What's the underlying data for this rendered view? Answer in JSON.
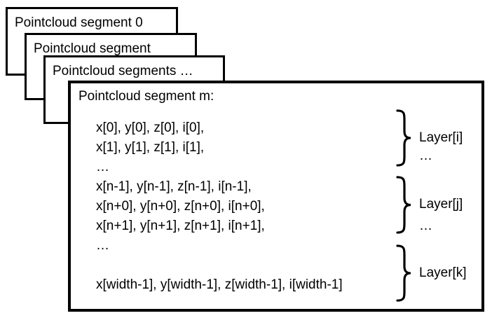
{
  "colors": {
    "background": "#ffffff",
    "box_fill": "#ffffff",
    "box_border": "#000000",
    "text": "#000000"
  },
  "stacked_boxes": [
    {
      "title": "Pointcloud segment 0"
    },
    {
      "title": "Pointcloud segment"
    },
    {
      "title": "Pointcloud segments …"
    }
  ],
  "main_box": {
    "title": "Pointcloud segment m:",
    "lines": [
      "x[0], y[0], z[0], i[0],",
      "x[1], y[1], z[1], i[1],",
      "…",
      "x[n-1], y[n-1], z[n-1], i[n-1],",
      "x[n+0], y[n+0], z[n+0], i[n+0],",
      "x[n+1], y[n+1], z[n+1], i[n+1],",
      "…",
      "",
      "x[width-1], y[width-1], z[width-1], i[width-1]"
    ],
    "layers": [
      {
        "label": "Layer[i]",
        "ellipsis": "…"
      },
      {
        "label": "Layer[j]",
        "ellipsis": "…"
      },
      {
        "label": "Layer[k]",
        "ellipsis": ""
      }
    ]
  }
}
